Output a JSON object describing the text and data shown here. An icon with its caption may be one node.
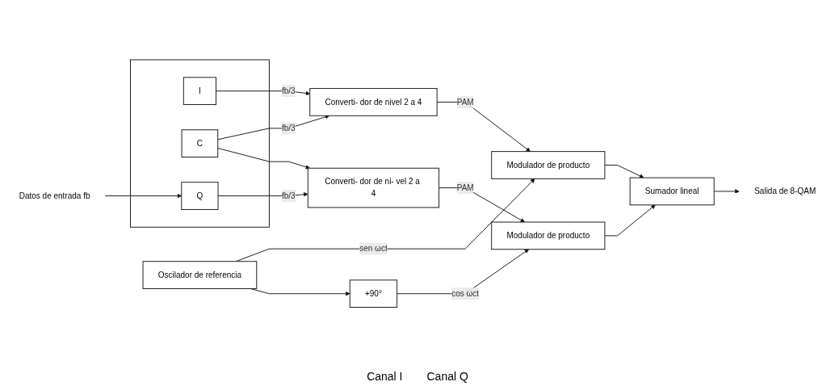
{
  "diagram": {
    "nodes": [
      {
        "text": [],
        "shape": "box"
      },
      {
        "text": [
          "Q"
        ],
        "in": 0
      },
      {
        "text": [
          "I"
        ],
        "in": 0
      },
      {
        "text": [
          "C"
        ],
        "in": 0
      },
      {
        "text": [
          "Converti- dor de nivel 2 a 4"
        ]
      },
      {
        "text": [
          "Modulador de producto"
        ]
      },
      {
        "text": [
          "Oscilador de referencia"
        ]
      },
      {
        "text": [
          "+90°"
        ]
      },
      {
        "text": [
          "Sumador lineal"
        ]
      },
      {
        "text": [
          "Converti- dor de ni- vel 2 a 4"
        ]
      },
      {
        "text": [
          "Modulador de producto"
        ]
      },
      {
        "text": [
          "Datos de entrada fb"
        ]
      },
      {
        "text": [
          "Salida de 8-QAM"
        ]
      }
    ],
    "edges": [
      {
        "from": 11,
        "to": 1,
        "arrow": "to"
      },
      {
        "from": 2,
        "to": 4,
        "arrow": "to",
        "label": "fb/3"
      },
      {
        "from": 1,
        "to": 9,
        "arrow": "to",
        "label": "fb/3"
      },
      {
        "from": 3,
        "to": 4,
        "arrow": "to",
        "label": "fb/3"
      },
      {
        "from": 3,
        "to": 9,
        "arrow": "to"
      },
      {
        "from": 4,
        "to": 5,
        "arrow": "to",
        "label": "PAM"
      },
      {
        "from": 9,
        "to": 10,
        "arrow": "to",
        "label": "PAM"
      },
      {
        "from": 6,
        "to": 5,
        "arrow": "to",
        "label": "sen ωct"
      },
      {
        "from": 6,
        "to": 7,
        "arrow": "to"
      },
      {
        "from": 7,
        "to": 10,
        "arrow": "to",
        "label": "cos ωct"
      },
      {
        "from": 5,
        "to": 8,
        "arrow": "to"
      },
      {
        "from": 10,
        "to": 8,
        "arrow": "to"
      },
      {
        "from": 8,
        "to": 12,
        "arrow": "to"
      }
    ],
    "labels": [
      "Canal I",
      "Canal Q"
    ]
  }
}
